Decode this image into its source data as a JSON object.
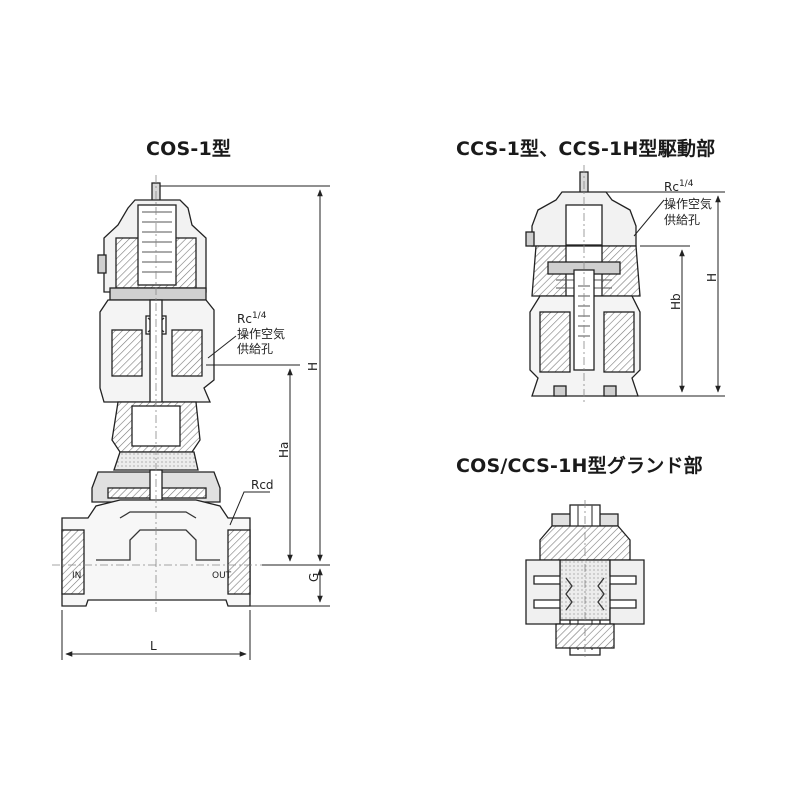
{
  "titles": {
    "cos1": "COS-1型",
    "ccs1": "CCS-1型、CCS-1H型駆動部",
    "gland": "COS/CCS-1H型グランド部"
  },
  "cos1_labels": {
    "port_rc": "Rc",
    "port_rc_sup": "1/4",
    "port_line1": "操作空気",
    "port_line2": "供給孔",
    "rcd": "Rcd",
    "inlet": "IN",
    "outlet": "OUT",
    "dim_H": "H",
    "dim_Ha": "Ha",
    "dim_G": "G",
    "dim_L": "L"
  },
  "ccs1_labels": {
    "port_rc": "Rc",
    "port_rc_sup": "1/4",
    "port_line1": "操作空気",
    "port_line2": "供給孔",
    "dim_Hb": "Hb",
    "dim_H": "H"
  },
  "colors": {
    "line": "#222222",
    "hatch": "#7a7a7a",
    "fill_light": "#e6e6e6",
    "fill_mid": "#b4b4b4"
  }
}
